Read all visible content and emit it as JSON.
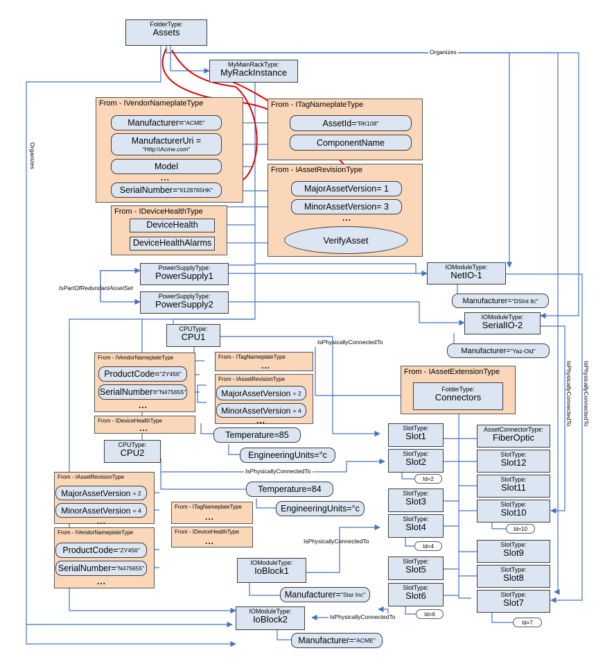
{
  "boxes": {
    "assets": {
      "type": "FolderType:",
      "name": "Assets"
    },
    "rack": {
      "type": "MyMainRackType:",
      "name": "MyRackInstance"
    },
    "ps1": {
      "type": "PowerSupplyType:",
      "name": "PowerSupply1"
    },
    "ps2": {
      "type": "PowerSupplyType:",
      "name": "PowerSupply2"
    },
    "netio": {
      "type": "IOModuleType:",
      "name": "NetIO-1"
    },
    "serialio": {
      "type": "IOModuleType:",
      "name": "SerialIO-2"
    },
    "cpu1": {
      "type": "CPUType:",
      "name": "CPU1"
    },
    "cpu2": {
      "type": "CPUType:",
      "name": "CPU2"
    },
    "connectors": {
      "type": "FolderType:",
      "name": "Connectors"
    },
    "fiber": {
      "type": "AssetConnectorType:",
      "name": "FiberOptic"
    },
    "ioblock1": {
      "type": "IOModuleType:",
      "name": "IoBlock1"
    },
    "ioblock2": {
      "type": "IOModuleType:",
      "name": "IoBlock2"
    },
    "slot1": {
      "type": "SlotType:",
      "name": "Slot1"
    },
    "slot2": {
      "type": "SlotType:",
      "name": "Slot2"
    },
    "slot3": {
      "type": "SlotType:",
      "name": "Slot3"
    },
    "slot4": {
      "type": "SlotType:",
      "name": "Slot4"
    },
    "slot5": {
      "type": "SlotType:",
      "name": "Slot5"
    },
    "slot6": {
      "type": "SlotType:",
      "name": "Slot6"
    },
    "slot7": {
      "type": "SlotType:",
      "name": "Slot7"
    },
    "slot8": {
      "type": "SlotType:",
      "name": "Slot8"
    },
    "slot9": {
      "type": "SlotType:",
      "name": "Slot9"
    },
    "slot10": {
      "type": "SlotType:",
      "name": "Slot10"
    },
    "slot11": {
      "type": "SlotType:",
      "name": "Slot11"
    },
    "slot12": {
      "type": "SlotType:",
      "name": "Slot12"
    }
  },
  "groups": {
    "vendor_nameplate": "From - IVendorNameplateType",
    "tag_nameplate": "From - ITagNameplateType",
    "asset_revision": "From - IAssetRevisionType",
    "device_health": "From - IDeviceHealthType",
    "cpu1_vendor": "From - IVendorNameplateType",
    "cpu1_tag": "From - ITagNameplateType",
    "cpu1_revision": "From - IAssetRevisionType",
    "cpu1_health": "From - IDeviceHealthType",
    "asset_extension": "From - IAssetExtensionType",
    "cpu2_revision": "From - IAssetRevisionType",
    "cpu2_vendor": "From - IVendorNameplateType",
    "cpu2_tag": "From - ITagNameplateType",
    "cpu2_health": "From - IDeviceHealthType"
  },
  "props": {
    "manufacturer": {
      "label": "Manufacturer=",
      "value": "\"ACME\""
    },
    "manufacturer_uri": {
      "label": "ManufacturerUri =",
      "value": "\"Http:\\\\Acme.com\""
    },
    "model": {
      "label": "Model",
      "value": ""
    },
    "serial_number": {
      "label": "SerialNumber=",
      "value": "\"9128765HK\""
    },
    "asset_id": {
      "label": "AssetId=",
      "value": "\"RK108\""
    },
    "component_name": {
      "label": "ComponentName",
      "value": ""
    },
    "major_asset_version": {
      "label": "MajorAssetVersion= 1",
      "value": ""
    },
    "minor_asset_version": {
      "label": "MinorAssetVersion= 3",
      "value": ""
    },
    "device_health": {
      "label": "DeviceHealth",
      "value": ""
    },
    "device_health_alarms": {
      "label": "DeviceHealthAlarms",
      "value": ""
    },
    "verify_asset": {
      "label": "VerifyAsset",
      "value": ""
    },
    "netio_manufacturer": {
      "label": "Manufacturer=",
      "value": "\"DSInt llc\""
    },
    "serialio_manufacturer": {
      "label": "Manufacturer=",
      "value": "\"Yaz-Old\""
    },
    "cpu1_product_code": {
      "label": "ProductCode=",
      "value": "\"ZY456\""
    },
    "cpu1_serial": {
      "label": "SerialNumber=",
      "value": "\"N475655\""
    },
    "cpu1_major": {
      "label": "MajorAssetVersion",
      "value": "= 2"
    },
    "cpu1_minor": {
      "label": "MinorAssetVersion",
      "value": "= 4"
    },
    "cpu1_temperature": {
      "label": "Temperature=85",
      "value": ""
    },
    "cpu1_units": {
      "label": "EngineeringUnits=°c",
      "value": ""
    },
    "cpu2_temperature": {
      "label": "Temperature=84",
      "value": ""
    },
    "cpu2_units": {
      "label": "EngineeringUnits=°c",
      "value": ""
    },
    "cpu2_major": {
      "label": "MajorAssetVersion",
      "value": "= 2"
    },
    "cpu2_minor": {
      "label": "MinorAssetVersion",
      "value": "= 4"
    },
    "cpu2_product_code": {
      "label": "ProductCode=",
      "value": "\"ZY456\""
    },
    "cpu2_serial": {
      "label": "SerialNumber=",
      "value": "\"N475655\""
    },
    "ioblock1_manufacturer": {
      "label": "Manufacturer=",
      "value": "\"Star Inc\""
    },
    "ioblock2_manufacturer": {
      "label": "Manufacturer=",
      "value": "\"ACME\""
    }
  },
  "ids": {
    "slot2": "Id=2",
    "slot4": "Id=4",
    "slot6": "Id=6",
    "slot10": "Id=10",
    "slot7": "Id=7"
  },
  "ellipsis": "...",
  "relations": {
    "organizes_top": "Organizes",
    "organizes_left": "Organizes",
    "redundant": "IsPartOfRedundantAssetSet",
    "phys_cpu1": "IsPhysicallyConnectedTo",
    "phys_cpu2": "IsPhysicallyConnectedTo",
    "phys_slot4": "IsPhysicallyConnectedTo",
    "phys_slot6": "IsPhysicallyConnectedTo",
    "phys_right1": "IsPhysicallyConnectedTo",
    "phys_right2": "IsPhysicallyConnectedTo"
  },
  "colors": {
    "node_fill": "#dce6f2",
    "group_fill": "#fad7b9",
    "reference_line": "#4472c4",
    "highlight_arrow": "#e00000"
  }
}
